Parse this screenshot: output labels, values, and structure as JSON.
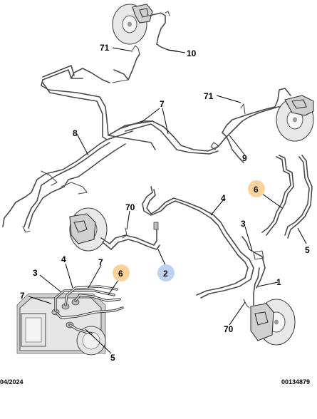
{
  "labels": {
    "p71_top": "71",
    "p10": "10",
    "p7_top": "7",
    "p71_right": "71",
    "p8": "8",
    "p9": "9",
    "p6_right": "6",
    "p4_mid": "4",
    "p70_mid": "70",
    "p3_right": "3",
    "p5_right": "5",
    "p2": "2",
    "p1": "1",
    "p70_bottom": "70",
    "p4_left": "4",
    "p7_left": "7",
    "p3_left": "3",
    "p6_left": "6",
    "p7_left2": "7",
    "p5_left": "5"
  },
  "footer": {
    "date": "04/2024",
    "code": "00134879"
  },
  "colors": {
    "highlight_orange": "#fbd39a",
    "highlight_blue": "#bcd3f2",
    "line": "#4a4a4a"
  }
}
